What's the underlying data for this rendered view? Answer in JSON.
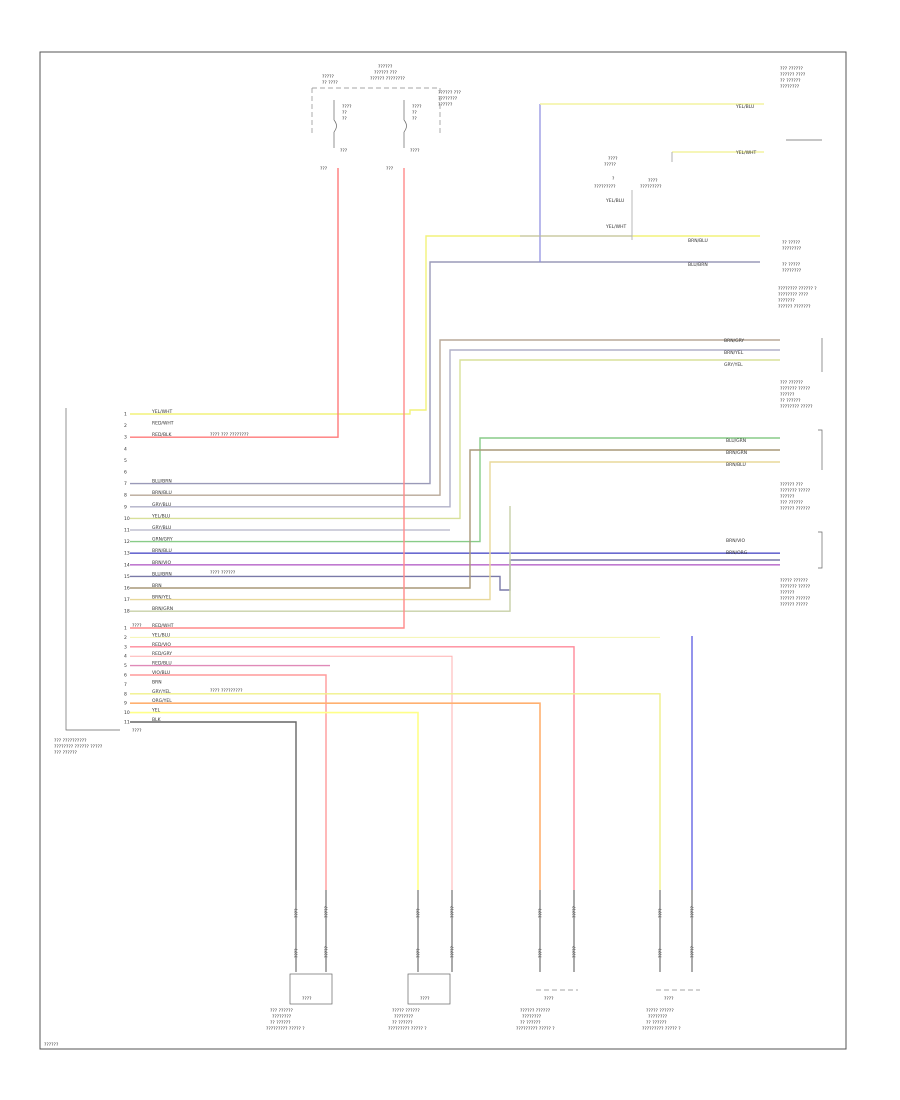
{
  "diagram_code": "??????",
  "left_module": {
    "label_lines": [
      "??? ??????????",
      "???????? ?????? ?????",
      "??? ??????"
    ],
    "pins_upper": [
      {
        "n": "1",
        "wire": "YEL/WHT",
        "color": "#f2f27a"
      },
      {
        "n": "2",
        "wire": "RED/WHT",
        "color": "#ff9a9a"
      },
      {
        "n": "3",
        "wire": "RED/BLK",
        "color": "#ff7a7a"
      },
      {
        "n": "4",
        "wire": "",
        "color": ""
      },
      {
        "n": "5",
        "wire": "",
        "color": ""
      },
      {
        "n": "6",
        "wire": "",
        "color": ""
      },
      {
        "n": "7",
        "wire": "BLU/BRN",
        "color": "#9a9ab8"
      },
      {
        "n": "8",
        "wire": "BRN/BLU",
        "color": "#b8a898"
      },
      {
        "n": "9",
        "wire": "GRY/BLU",
        "color": "#b0b0c8"
      },
      {
        "n": "10",
        "wire": "YEL/BLU",
        "color": "#d8e09a"
      },
      {
        "n": "11",
        "wire": "GRY/BLU",
        "color": "#c0c0d0"
      },
      {
        "n": "12",
        "wire": "GRN/GRY",
        "color": "#88cc88"
      },
      {
        "n": "13",
        "wire": "BRN/BLU",
        "color": "#6a6ad0"
      },
      {
        "n": "14",
        "wire": "BRN/VIO",
        "color": "#c07ad0"
      },
      {
        "n": "15",
        "wire": "BLU/BRN",
        "color": "#7a7aa8"
      },
      {
        "n": "16",
        "wire": "BRN",
        "color": "#a89878"
      },
      {
        "n": "17",
        "wire": "BRN/YEL",
        "color": "#e8d89a"
      },
      {
        "n": "18",
        "wire": "BRN/GRN",
        "color": "#c8d0a8"
      }
    ],
    "pins_lower": [
      {
        "n": "1",
        "wire": "RED/WHT",
        "color": "#ff8a8a"
      },
      {
        "n": "2",
        "wire": "YEL/BLU",
        "color": "#f0f08a"
      },
      {
        "n": "3",
        "wire": "RED/VIO",
        "color": "#ff9ab8"
      },
      {
        "n": "4",
        "wire": "RED/GRY",
        "color": "#ffb0b0"
      },
      {
        "n": "5",
        "wire": "RED/BLU",
        "color": "#e08ab8"
      },
      {
        "n": "6",
        "wire": "VIO/BLU",
        "color": "#9a8ad8"
      },
      {
        "n": "7",
        "wire": "BRN",
        "color": "#a89878"
      },
      {
        "n": "8",
        "wire": "GRY/YEL",
        "color": "#e8e890"
      },
      {
        "n": "9",
        "wire": "ORG/YEL",
        "color": "#ffb070"
      },
      {
        "n": "10",
        "wire": "YEL",
        "color": "#ffff88"
      },
      {
        "n": "11",
        "wire": "BLK",
        "color": "#666666"
      }
    ],
    "notes": [
      "???? ??? ????????",
      "???? ??????",
      "???? ?????????"
    ]
  },
  "top_fuses": {
    "label_left": [
      "?????",
      "?? ????"
    ],
    "label_center": [
      "??????",
      "?????? ???",
      "?????? ????????"
    ],
    "label_right": [
      "?????? ???",
      "????????",
      "??????"
    ],
    "fuse_left": [
      "????",
      "??",
      "??"
    ],
    "fuse_right": [
      "????",
      "??",
      "??"
    ],
    "wire_left": [
      "???",
      "???"
    ],
    "wire_right": [
      "????",
      "???"
    ]
  },
  "right_labels": {
    "top": [
      "??? ??????",
      "?????? ????",
      "?? ??????",
      "????????"
    ],
    "ground_left": [
      "????",
      "?????",
      "?",
      "?????????"
    ],
    "ground_right": [
      "????",
      "?????????"
    ],
    "conn_a": [
      "?? ?????",
      "????????"
    ],
    "conn_b": [
      "?? ?????",
      "????????"
    ],
    "group1": [
      "???????? ?????? ?",
      "???????? ????",
      "???????",
      "?????? ???????"
    ],
    "group2": [
      "??? ??????",
      "??????? ?????",
      "??????",
      "?? ??????",
      "???????? ?????"
    ],
    "group3": [
      "?????? ???",
      "??????? ?????",
      "??????",
      "??? ??????",
      "?????? ??????"
    ],
    "group4": [
      "????? ??????",
      "??????? ?????",
      "??????",
      "?????? ??????",
      "?????? ?????"
    ]
  },
  "right_wires": {
    "w1": "YEL/BLU",
    "w2": "YEL/WHT",
    "w3": "YEL/BLU",
    "w4": "YEL/WHT",
    "w5": "BRN/BLU",
    "w6": "BLU/BRN",
    "w7": "BRN/GRY",
    "w8": "BRN/YEL",
    "w9": "GRY/YEL",
    "w10": "BLU/GRN",
    "w11": "BRN/GRN",
    "w12": "BRN/BLU",
    "w13": "BRN/VIO",
    "w14": "BRN/ORG"
  },
  "bottom_sensors": [
    {
      "lines": [
        "??? ??????",
        "????????",
        "?? ??????",
        "????????? ????? ?"
      ]
    },
    {
      "lines": [
        "????? ??????",
        "????????",
        "?? ??????",
        "????????? ????? ?"
      ]
    },
    {
      "lines": [
        "?????? ??????",
        "????????",
        "?? ??????",
        "????????? ????? ?"
      ]
    },
    {
      "lines": [
        "????? ??????",
        "????????",
        "?? ??????",
        "????????? ????? ?"
      ]
    }
  ],
  "sensor_wire_labels": [
    "????",
    "?????",
    "????",
    "?????",
    "????",
    "?????",
    "????",
    "?????"
  ],
  "sensor_conn": "????"
}
